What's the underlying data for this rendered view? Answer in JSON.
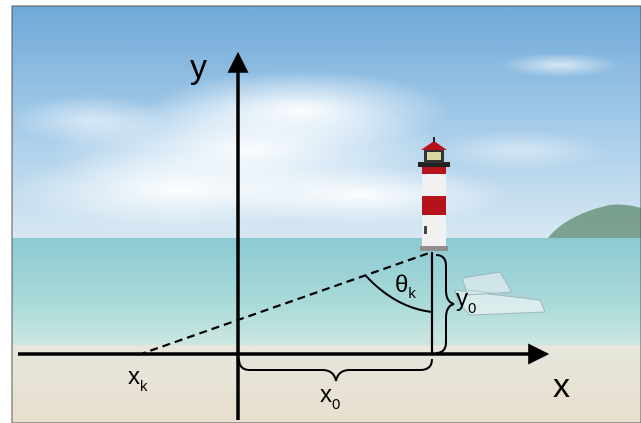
{
  "labels": {
    "x_axis": "x",
    "y_axis": "y",
    "xk_main": "x",
    "xk_sub": "k",
    "x0_main": "x",
    "x0_sub": "0",
    "y0_main": "y",
    "y0_sub": "0",
    "theta_main": "θ",
    "theta_sub": "k"
  },
  "colors": {
    "sky_top": "#7fb5de",
    "sky_mid": "#b9d7ec",
    "sea": "#9fd2d8",
    "sand": "#e8e3d8",
    "lighthouse_red": "#b5121b",
    "lines": "#000000"
  }
}
